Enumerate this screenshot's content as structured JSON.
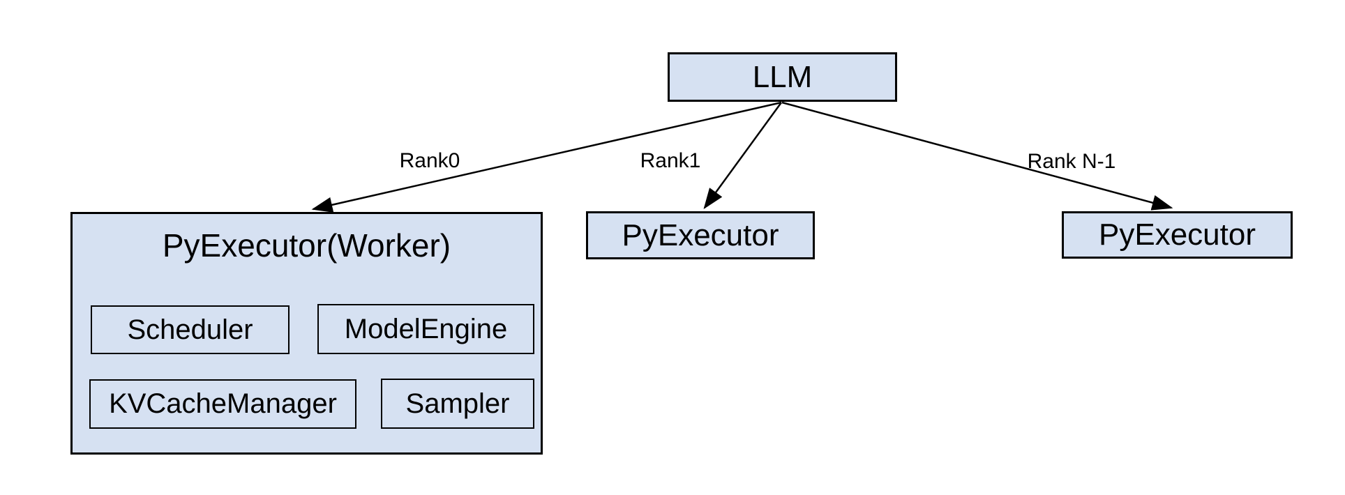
{
  "colors": {
    "background": "#ffffff",
    "node_fill": "#d6e1f2",
    "node_border": "#000000",
    "text": "#000000"
  },
  "diagram": {
    "root": {
      "label": "LLM"
    },
    "edges": {
      "rank0": {
        "label": "Rank0"
      },
      "rank1": {
        "label": "Rank1"
      },
      "rank_n1": {
        "label": "Rank N-1"
      }
    },
    "worker": {
      "label": "PyExecutor(Worker)",
      "components": {
        "scheduler": {
          "label": "Scheduler"
        },
        "model_engine": {
          "label": "ModelEngine"
        },
        "kv_cache_manager": {
          "label": "KVCacheManager"
        },
        "sampler": {
          "label": "Sampler"
        }
      }
    },
    "executor_rank1": {
      "label": "PyExecutor"
    },
    "executor_rank_n1": {
      "label": "PyExecutor"
    }
  }
}
